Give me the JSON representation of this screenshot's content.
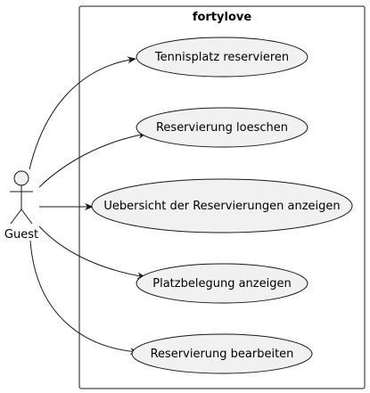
{
  "system": {
    "name": "fortylove"
  },
  "actor": {
    "name": "Guest"
  },
  "use_cases": [
    {
      "label": "Tennisplatz reservieren"
    },
    {
      "label": "Reservierung loeschen"
    },
    {
      "label": "Uebersicht der Reservierungen anzeigen"
    },
    {
      "label": "Platzbelegung anzeigen"
    },
    {
      "label": "Reservierung bearbeiten"
    }
  ],
  "colors": {
    "ellipse_fill": "#f1f1f1",
    "stroke": "#181818",
    "background": "#ffffff"
  }
}
